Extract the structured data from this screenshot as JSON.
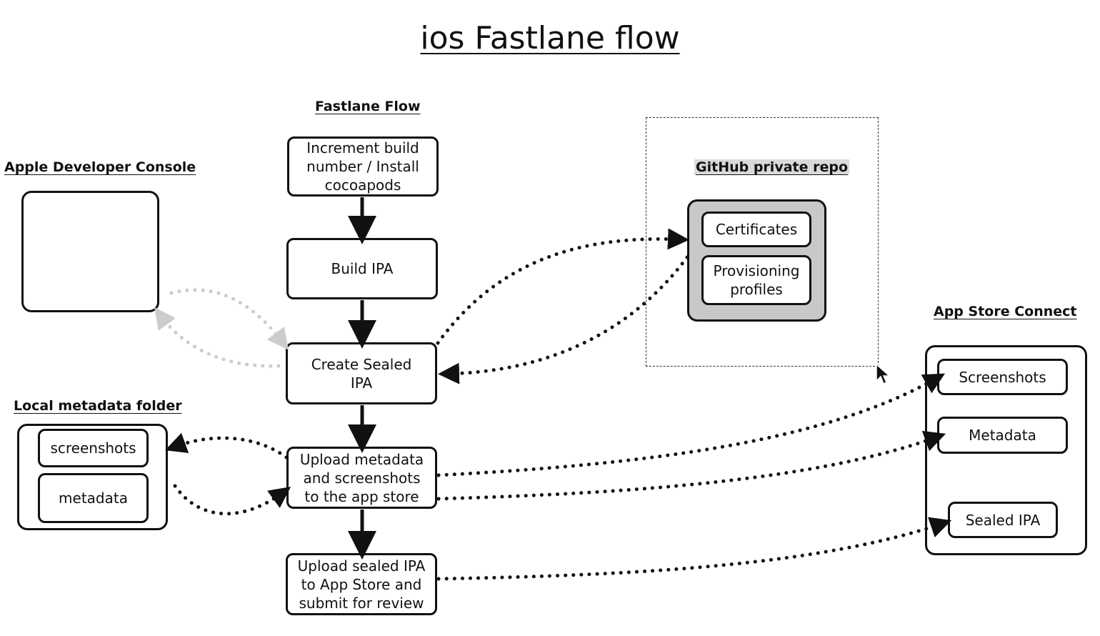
{
  "title": "ios Fastlane flow",
  "headings": {
    "fastlane_flow": "Fastlane Flow",
    "apple_console": "Apple Developer Console",
    "github_repo": "GitHub private repo",
    "local_metadata": "Local metadata folder",
    "app_store_connect": "App Store Connect"
  },
  "steps": {
    "increment": "Increment build\nnumber / Install\ncocoapods",
    "build_ipa": "Build IPA",
    "create_sealed": "Create Sealed\nIPA",
    "upload_metadata": "Upload metadata\nand screenshots\nto the app store",
    "upload_sealed": "Upload sealed IPA\nto App Store and\nsubmit for review"
  },
  "github": {
    "certificates": "Certificates",
    "provisioning": "Provisioning\nprofiles"
  },
  "local": {
    "screenshots": "screenshots",
    "metadata": "metadata"
  },
  "asc": {
    "screenshots": "Screenshots",
    "metadata": "Metadata",
    "sealed_ipa": "Sealed IPA"
  },
  "colors": {
    "line": "#111111",
    "faded_line": "#cccccc",
    "repo_fill": "#c8c8c8",
    "heading_highlight": "#d9d9d9"
  }
}
